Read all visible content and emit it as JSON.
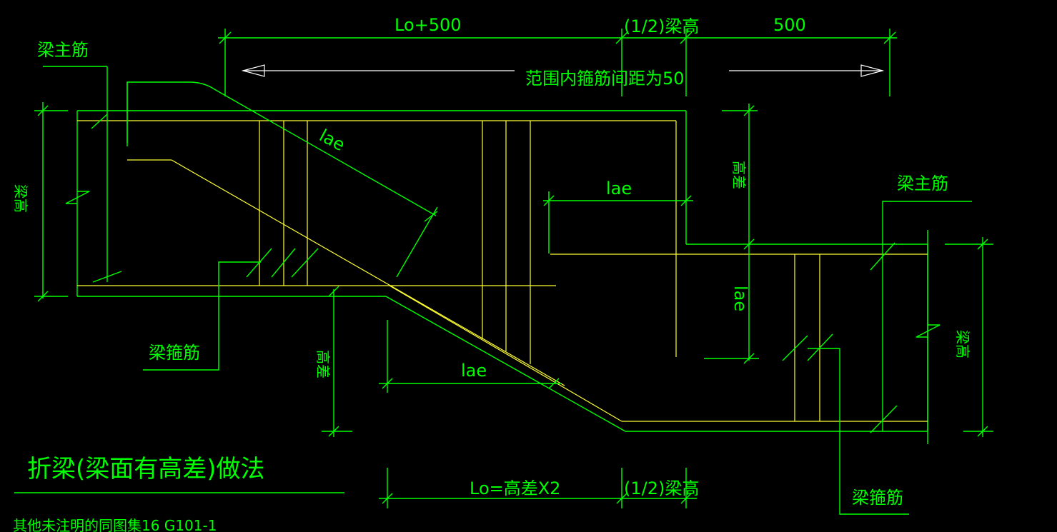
{
  "labels": {
    "lo_plus_500": "Lo+500",
    "half_beam_height_top": "(1/2)梁高",
    "dim_500": "500",
    "stirrup_spacing_note": "范围内箍筋间距为50",
    "beam_main_bar_left": "梁主筋",
    "beam_main_bar_right": "梁主筋",
    "lae_diagonal": "lae",
    "lae_upper_right": "lae",
    "lae_vertical_right": "lae",
    "lae_bottom": "lae",
    "height_diff_upper": "高差",
    "height_diff_lower": "高差",
    "beam_height_left": "梁高",
    "beam_height_right": "梁高",
    "beam_stirrup_left": "梁箍筋",
    "beam_stirrup_right": "梁箍筋",
    "title": "折梁(梁面有高差)做法",
    "lo_eq": "Lo=高差X2",
    "half_beam_height_bottom": "(1/2)梁高",
    "note": "其他未注明的同图集16 G101-1"
  },
  "colors": {
    "background": "#000000",
    "outline_green": "#00ff00",
    "rebar_yellow": "#ffff33",
    "arrow_white": "#ffffff"
  }
}
